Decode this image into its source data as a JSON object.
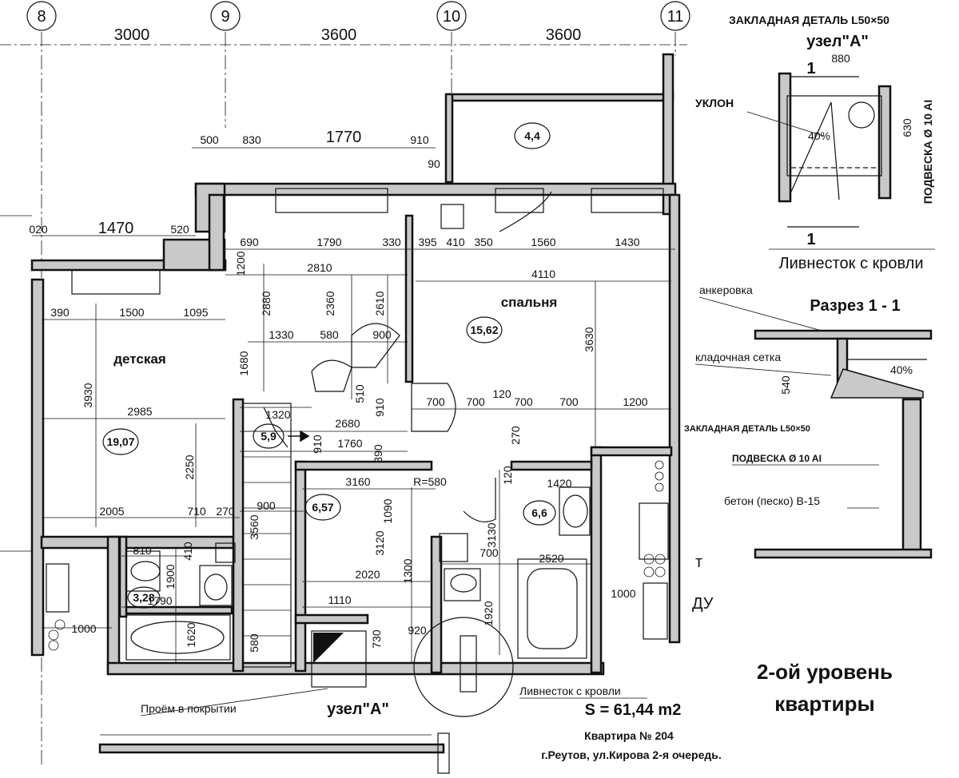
{
  "axes": [
    "8",
    "9",
    "10",
    "11"
  ],
  "top_dims": [
    "3000",
    "3600",
    "3600"
  ],
  "dims": {
    "d500": "500",
    "d830": "830",
    "d1770": "1770",
    "d910a": "910",
    "d90": "90",
    "d020": "020",
    "d1470": "1470",
    "d520": "520",
    "d690": "690",
    "d1790": "1790",
    "d330": "330",
    "d395": "395",
    "d410": "410",
    "d350": "350",
    "d1560": "1560",
    "d1430": "1430",
    "d2810": "2810",
    "d4110": "4110",
    "d1200": "1200",
    "d2880": "2880",
    "d2360": "2360",
    "d2610": "2610",
    "d3630": "3630",
    "d390": "390",
    "d1500": "1500",
    "d1095": "1095",
    "d1330": "1330",
    "d580": "580",
    "d900a": "900",
    "d1680": "1680",
    "d3930": "3930",
    "d2985": "2985",
    "d510": "510",
    "d910b": "910",
    "d700a": "700",
    "d700b": "700",
    "d120": "120",
    "d700c": "700",
    "d700d": "700",
    "d1200b": "1200",
    "d1320": "1320",
    "d2680": "2680",
    "d910c": "910",
    "d1760": "1760",
    "d390b": "390",
    "d270a": "270",
    "d2250": "2250",
    "d3160": "3160",
    "dR580": "R=580",
    "d120b": "120",
    "d1420": "1420",
    "d2005": "2005",
    "d710": "710",
    "d270b": "270",
    "d900b": "900",
    "d1090": "1090",
    "d3130": "3130",
    "d810": "810",
    "d410b": "410",
    "d3560": "3560",
    "d3120": "3120",
    "d1300": "1300",
    "d700e": "700",
    "d2520": "2520",
    "d1900": "1900",
    "d1790b": "1790",
    "d2020": "2020",
    "d1110": "1110",
    "d1000a": "1000",
    "d1620": "1620",
    "d580b": "580",
    "d730": "730",
    "d920": "920",
    "d1920": "1920",
    "d1000b": "1000"
  },
  "rooms": [
    {
      "name": "детская",
      "area": "19,07"
    },
    {
      "name": "спальня",
      "area": "15,62"
    },
    {
      "area": "4,4"
    },
    {
      "area": "5,9"
    },
    {
      "area": "6,57"
    },
    {
      "area": "6,6"
    },
    {
      "area": "3,28"
    }
  ],
  "node_a": {
    "title": "ЗАКЛАДНАЯ ДЕТАЛЬ L50×50",
    "name": "узел\"А\"",
    "d880": "880",
    "slope": "УКЛОН",
    "pct": "40%",
    "d630": "630",
    "hanger": "ПОДВЕСКА Ø 10 AI",
    "section_mark": "1",
    "drain": "Ливнесток с кровли"
  },
  "section": {
    "anchor": "анкеровка",
    "title": "Разрез 1 - 1",
    "mesh": "кладочная сетка",
    "pct": "40%",
    "d540": "540",
    "embed": "ЗАКЛАДНАЯ ДЕТАЛЬ L50×50",
    "hanger": "ПОДВЕСКА Ø 10 AI",
    "concrete": "бетон (песко) В-15"
  },
  "notes": {
    "opening": "Проём в покрытии",
    "node_ref": "узел\"А\"",
    "drain": "Ливнесток с кровли",
    "area_total": "S = 61,44 m2",
    "level": "2-ой уровень",
    "level2": "квартиры",
    "apt": "Квартира № 204",
    "address": "г.Реутов, ул.Кирова 2-я очередь.",
    "fragment1": "т",
    "fragment2": "ДУ"
  },
  "colors": {
    "ink": "#111111",
    "wall_fill": "#c9c9c9",
    "paper": "#ffffff"
  }
}
